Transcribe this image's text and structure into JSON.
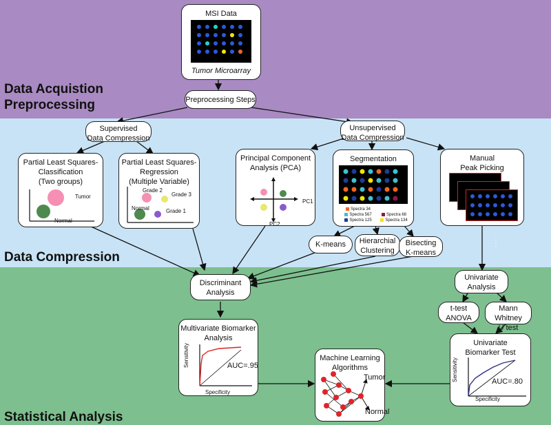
{
  "sections": {
    "acquisition_l1": "Data Acquistion",
    "acquisition_l2": "Preprocessing",
    "compression": "Data Compression",
    "statistical": "Statistical Analysis"
  },
  "msi": {
    "title": "MSI Data",
    "caption": "Tumor Microarray"
  },
  "preprocessing": "Preprocessing Steps",
  "supervised": {
    "l1": "Supervised",
    "l2": "Data Compression"
  },
  "unsupervised": {
    "l1": "Unsupervised",
    "l2": "Data Compression"
  },
  "plsc": {
    "l1": "Partial Least Squares-",
    "l2": "Classification",
    "l3": "(Two groups)",
    "tumor": "Tumor",
    "normal": "Normal"
  },
  "plsr": {
    "l1": "Partial Least Squares-",
    "l2": "Regression",
    "l3": "(Multiple Variable)",
    "grade2": "Grade 2",
    "grade3": "Grade 3",
    "normal": "Normal",
    "grade1": "Grade 1"
  },
  "pca": {
    "l1": "Principal Component",
    "l2": "Analysis (PCA)",
    "pc1": "PC1",
    "pc2": "PC2"
  },
  "segmentation": {
    "title": "Segmentation",
    "legend": [
      "Spectra 34",
      "Spectra 68",
      "Spectra 567",
      "Spectra 134",
      "Spectra 125"
    ],
    "legend_colors": [
      "#f26522",
      "#8b1a4a",
      "#3ec1d3",
      "#f2e600",
      "#1f3c99"
    ]
  },
  "manual": {
    "l1": "Manual",
    "l2": "Peak Picking"
  },
  "kmeans": "K-means",
  "hierarchical": {
    "l1": "Hierarchial",
    "l2": "Clustering"
  },
  "bisecting": {
    "l1": "Bisecting",
    "l2": "K-means"
  },
  "discriminant": {
    "l1": "Discriminant",
    "l2": "Analysis"
  },
  "univariate": {
    "l1": "Univariate",
    "l2": "Analysis"
  },
  "ttest": {
    "l1": "t-test",
    "l2": "ANOVA"
  },
  "mannwhitney": {
    "l1": "Mann Whitney",
    "l2": "U test"
  },
  "multivariate": {
    "l1": "Multivariate Biomarker",
    "l2": "Analysis",
    "ylabel": "Sensitivity",
    "xlabel": "Specificity",
    "auc": "AUC=.95"
  },
  "ml": {
    "l1": "Machine Learning",
    "l2": "Algorithms",
    "tumor": "Tumor",
    "normal": "Normal"
  },
  "univariate_test": {
    "l1": "Univariate",
    "l2": "Biomarker Test",
    "ylabel": "Sensitivity",
    "xlabel": "Specificity",
    "auc": "AUC=.80"
  },
  "colors": {
    "purple": "#a98ac2",
    "blue": "#c8e3f5",
    "green": "#7dbf8e",
    "roc_red": "#d9231f",
    "roc_blue": "#2b2f86"
  }
}
